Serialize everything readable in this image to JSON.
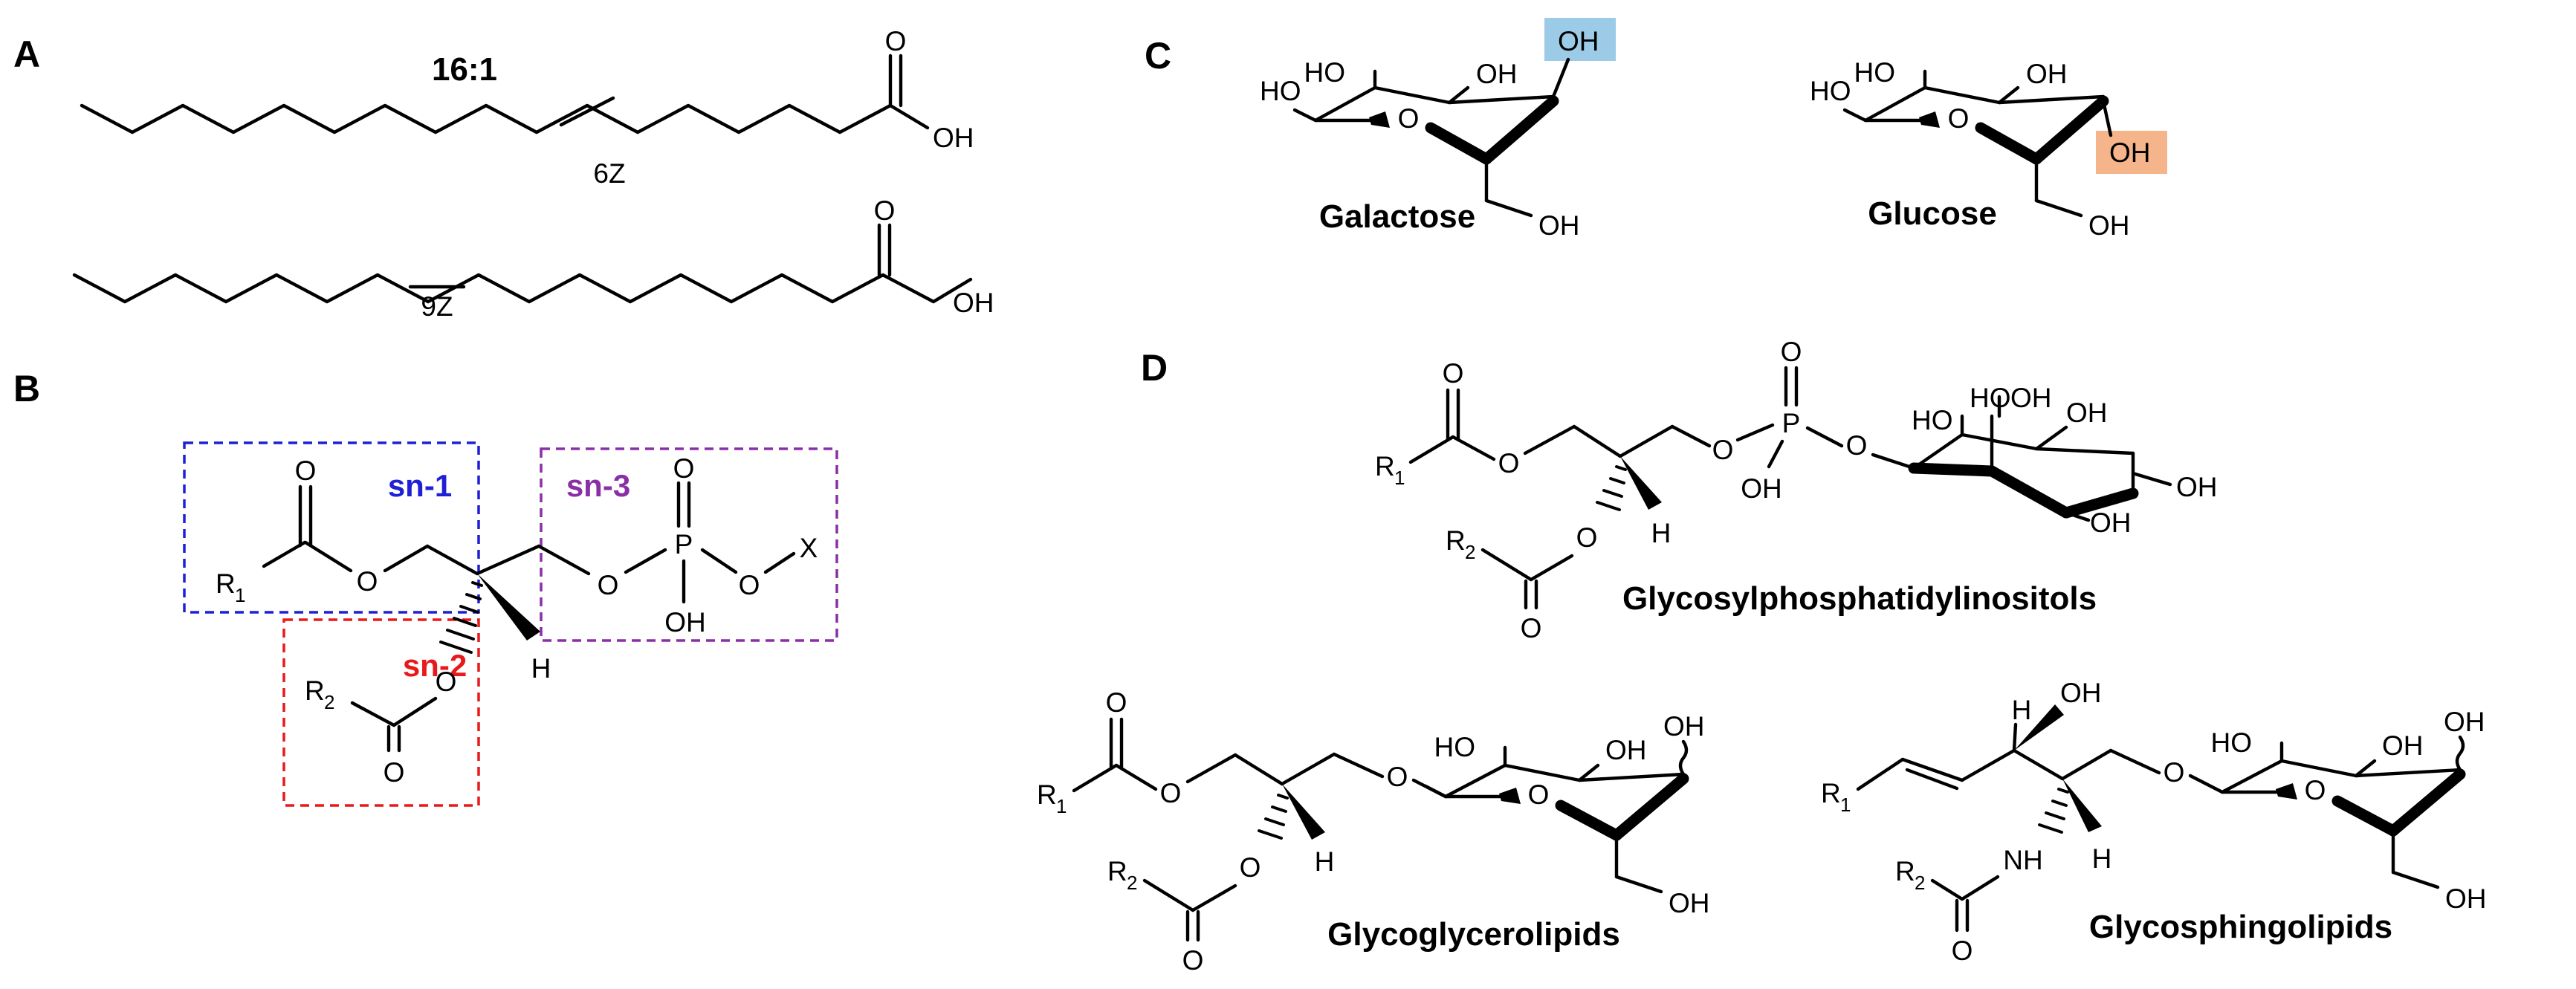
{
  "colors": {
    "sn1": "#1f1fd6",
    "sn2": "#e8191b",
    "sn3": "#8a2fa6",
    "galactose_highlight": "#9ccbe8",
    "glucose_highlight": "#f5b48a"
  },
  "panels": {
    "a": {
      "label": "A",
      "fatty_acid_title": "16:1",
      "fa1_double_bond": "6Z",
      "fa2_double_bond": "9Z",
      "o": "O",
      "oh": "OH"
    },
    "b": {
      "label": "B",
      "sn1": "sn-1",
      "sn2": "sn-2",
      "sn3": "sn-3",
      "r1": "R",
      "r1_sub": "1",
      "r2": "R",
      "r2_sub": "2",
      "o": "O",
      "p": "P",
      "oh": "OH",
      "x": "X",
      "h": "H"
    },
    "c": {
      "label": "C",
      "galactose": "Galactose",
      "glucose": "Glucose",
      "ho": "HO",
      "oh": "OH",
      "o": "O"
    },
    "d": {
      "label": "D",
      "gpi_name": "Glycosylphosphatidylinositols",
      "ggl_name": "Glycoglycerolipids",
      "gsl_name": "Glycosphingolipids",
      "r": "R",
      "sub1": "1",
      "sub2": "2",
      "o": "O",
      "p": "P",
      "oh": "OH",
      "ho": "HO",
      "h": "H",
      "nh": "NH"
    }
  }
}
